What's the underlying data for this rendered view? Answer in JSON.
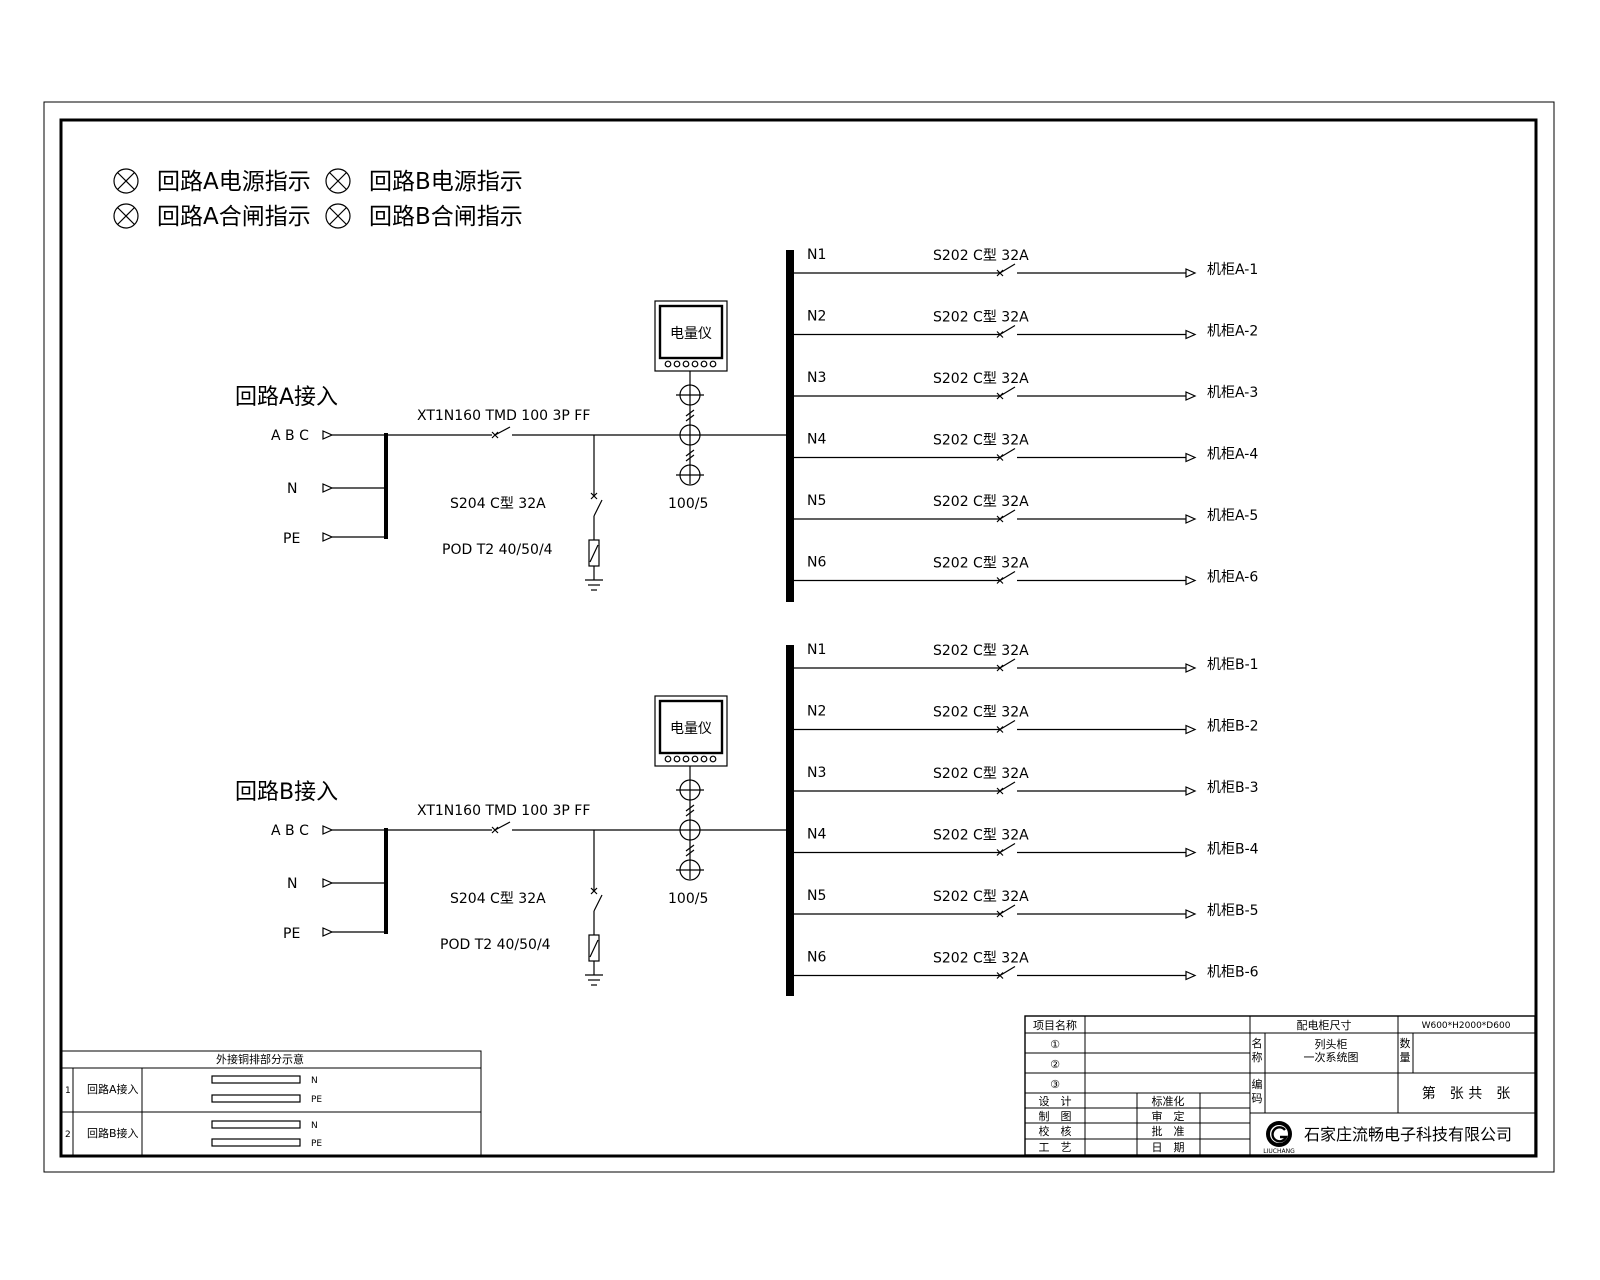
{
  "legend": [
    {
      "label": "回路A电源指示"
    },
    {
      "label": "回路B电源指示"
    },
    {
      "label": "回路A合闸指示"
    },
    {
      "label": "回路B合闸指示"
    }
  ],
  "circuits": [
    {
      "title": "回路A接入",
      "phase_labels": {
        "abc": "A B C",
        "n": "N",
        "pe": "PE"
      },
      "main_breaker": "XT1N160 TMD 100 3P FF",
      "spd_breaker": "S204 C型 32A",
      "spd": "POD T2 40/50/4",
      "meter": "电量仪",
      "ct_ratio": "100/5",
      "feeders": [
        {
          "n": "N1",
          "breaker": "S202 C型 32A",
          "dest": "机柜A-1"
        },
        {
          "n": "N2",
          "breaker": "S202 C型 32A",
          "dest": "机柜A-2"
        },
        {
          "n": "N3",
          "breaker": "S202 C型 32A",
          "dest": "机柜A-3"
        },
        {
          "n": "N4",
          "breaker": "S202 C型 32A",
          "dest": "机柜A-4"
        },
        {
          "n": "N5",
          "breaker": "S202 C型 32A",
          "dest": "机柜A-5"
        },
        {
          "n": "N6",
          "breaker": "S202 C型 32A",
          "dest": "机柜A-6"
        }
      ]
    },
    {
      "title": "回路B接入",
      "phase_labels": {
        "abc": "A B C",
        "n": "N",
        "pe": "PE"
      },
      "main_breaker": "XT1N160 TMD 100 3P FF",
      "spd_breaker": "S204 C型 32A",
      "spd": "POD T2 40/50/4",
      "meter": "电量仪",
      "ct_ratio": "100/5",
      "feeders": [
        {
          "n": "N1",
          "breaker": "S202 C型 32A",
          "dest": "机柜B-1"
        },
        {
          "n": "N2",
          "breaker": "S202 C型 32A",
          "dest": "机柜B-2"
        },
        {
          "n": "N3",
          "breaker": "S202 C型 32A",
          "dest": "机柜B-3"
        },
        {
          "n": "N4",
          "breaker": "S202 C型 32A",
          "dest": "机柜B-4"
        },
        {
          "n": "N5",
          "breaker": "S202 C型 32A",
          "dest": "机柜B-5"
        },
        {
          "n": "N6",
          "breaker": "S202 C型 32A",
          "dest": "机柜B-6"
        }
      ]
    }
  ],
  "busbar_table": {
    "title": "外接铜排部分示意",
    "rows": [
      {
        "index": "1",
        "label": "回路A接入",
        "bars": [
          "N",
          "PE"
        ]
      },
      {
        "index": "2",
        "label": "回路B接入",
        "bars": [
          "N",
          "PE"
        ]
      }
    ]
  },
  "title_block": {
    "project_name_label": "项目名称",
    "size_label": "配电柜尺寸",
    "size_value": "W600*H2000*D600",
    "rev_marks": [
      "①",
      "②",
      "③"
    ],
    "name_label_1": "名",
    "name_label_2": "称",
    "drawing_name_1": "列头柜",
    "drawing_name_2": "一次系统图",
    "qty_label_1": "数",
    "qty_label_2": "量",
    "code_label_1": "编",
    "code_label_2": "码",
    "sheet_text": "第　张  共　张",
    "roles_left": [
      "设　计",
      "制　图",
      "校　核",
      "工　艺"
    ],
    "roles_right": [
      "标准化",
      "审　定",
      "批　准",
      "日　期"
    ],
    "company": "石家庄流畅电子科技有限公司",
    "logo_text": "LIUCHANG"
  }
}
